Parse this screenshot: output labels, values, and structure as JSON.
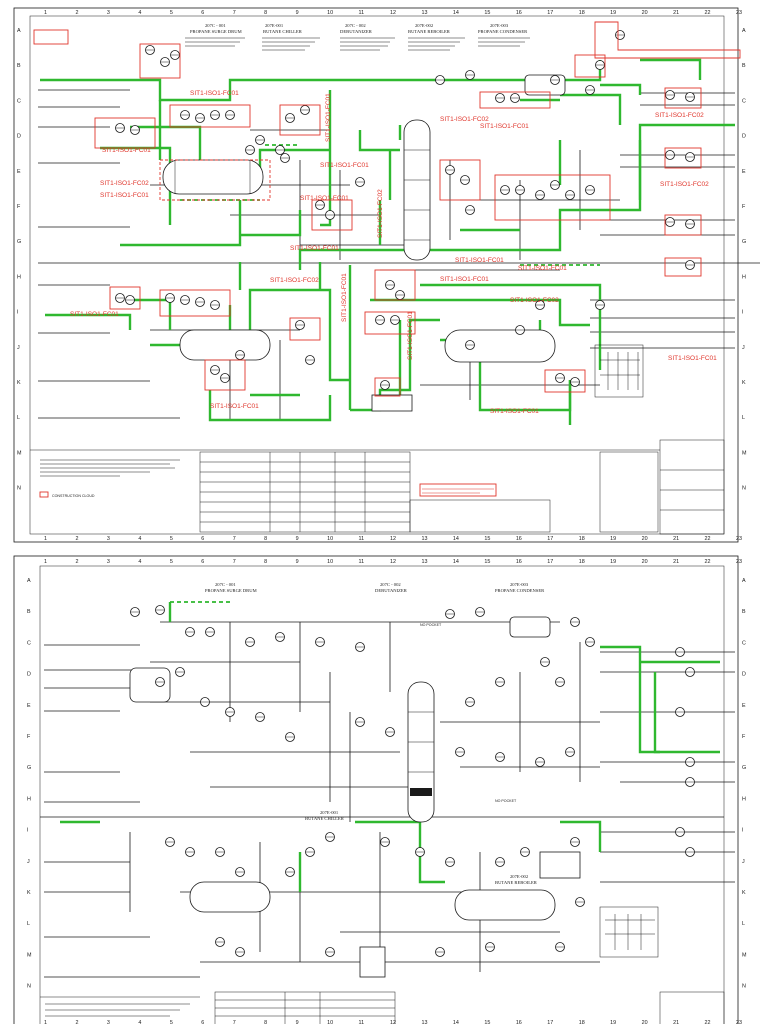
{
  "grid": {
    "columns": [
      "1",
      "2",
      "3",
      "4",
      "5",
      "6",
      "7",
      "8",
      "9",
      "10",
      "11",
      "12",
      "13",
      "14",
      "15",
      "16",
      "17",
      "18",
      "19",
      "20",
      "21",
      "22",
      "23"
    ],
    "rows": [
      "A",
      "B",
      "C",
      "D",
      "E",
      "F",
      "G",
      "H",
      "I",
      "J",
      "K",
      "L",
      "M",
      "N"
    ]
  },
  "top_sheet": {
    "equipment": [
      {
        "tag": "207C - 001",
        "name": "PROPANE SURGE DRUM"
      },
      {
        "tag": "207E-001",
        "name": "BUTANE CHILLER"
      },
      {
        "tag": "207C - 002",
        "name": "DEBUTANIZER"
      },
      {
        "tag": "207E-002",
        "name": "BUTANE REBOILER"
      },
      {
        "tag": "207E-003",
        "name": "PROPANE CONDENSER"
      }
    ],
    "loop_labels": [
      "SIT1-ISO1-FC01",
      "SIT1-ISO1-FC02",
      "SIT1-ISO1-FC01",
      "SIT1-ISO1-FC02",
      "SIT1-ISO1-FC01",
      "SIT1-ISO1-FC01",
      "SIT1-ISO1-FC02",
      "SIT1-ISO1-FC01",
      "SIT1-ISO1-FC01",
      "SIT1-ISO1-FC01",
      "SIT1-ISO1-FC02",
      "SIT1-ISO1-FC02",
      "SIT1-ISO1-FC01",
      "SIT1-ISO1-FC01",
      "SIT1-ISO1-FC01",
      "SIT1-ISO1-FC01",
      "SIT1-ISO1-FC02",
      "SIT1-ISO1-FC01",
      "SIT1-ISO1-FC01",
      "SIT1-ISO1-FC01"
    ],
    "vertical_labels": [
      "SIT1-ISO1-FC01",
      "SIT1-ISO1-FC02",
      "SIT1-ISO1-FC01",
      "SIT1-ISO1-FC01"
    ],
    "legend_label": "CONSTRUCTION CLOUD"
  },
  "bottom_sheet": {
    "equipment": [
      {
        "tag": "207C - 001",
        "name": "PROPANE SURGE DRUM"
      },
      {
        "tag": "207C - 002",
        "name": "DEBUTANIZER"
      },
      {
        "tag": "207E-003",
        "name": "PROPANE CONDENSER"
      },
      {
        "tag": "207E-001",
        "name": "BUTANE CHILLER"
      },
      {
        "tag": "207E-002",
        "name": "BUTANE REBOILER"
      }
    ],
    "line_labels": [
      "NO POCKET",
      "NO POCKET"
    ]
  },
  "colors": {
    "process_line": "#2fb82f",
    "markup": "#e0362c",
    "drawing": "#1a1a1a",
    "background": "#ffffff"
  }
}
